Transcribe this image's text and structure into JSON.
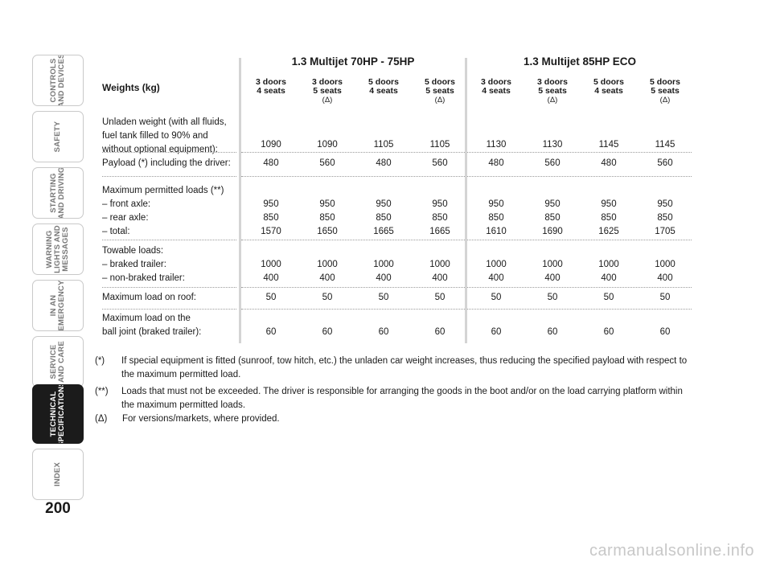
{
  "sidebar": {
    "tabs": [
      {
        "label": "CONTROLS\nAND DEVICES"
      },
      {
        "label": "SAFETY"
      },
      {
        "label": "STARTING\nAND DRIVING"
      },
      {
        "label": "WARNING\nLIGHTS AND\nMESSAGES"
      },
      {
        "label": "IN AN\nEMERGENCY"
      },
      {
        "label": "SERVICE\nAND CARE"
      },
      {
        "label": "TECHNICAL\nSPECIFICATIONS",
        "active": true
      },
      {
        "label": "INDEX"
      }
    ],
    "page_number": "200"
  },
  "table": {
    "title": "Weights (kg)",
    "groups": [
      "1.3 Multijet 70HP - 75HP",
      "1.3 Multijet 85HP ECO"
    ],
    "columns": [
      {
        "line1": "3 doors",
        "line2": "4 seats",
        "line3": ""
      },
      {
        "line1": "3 doors",
        "line2": "5 seats",
        "line3": "(Δ)"
      },
      {
        "line1": "5 doors",
        "line2": "4 seats",
        "line3": ""
      },
      {
        "line1": "5 doors",
        "line2": "5 seats",
        "line3": "(Δ)"
      },
      {
        "line1": "3 doors",
        "line2": "4 seats",
        "line3": ""
      },
      {
        "line1": "3 doors",
        "line2": "5 seats",
        "line3": "(Δ)"
      },
      {
        "line1": "5 doors",
        "line2": "4 seats",
        "line3": ""
      },
      {
        "line1": "5 doors",
        "line2": "5 seats",
        "line3": "(Δ)"
      }
    ],
    "rows": [
      {
        "label": "Unladen weight (with all fluids,\nfuel tank filled to 90% and\nwithout optional equipment):",
        "values": [
          "1090",
          "1090",
          "1105",
          "1105",
          "1130",
          "1130",
          "1145",
          "1145"
        ]
      },
      {
        "label": "Payload (*) including the driver:",
        "values": [
          "480",
          "560",
          "480",
          "560",
          "480",
          "560",
          "480",
          "560"
        ]
      },
      {
        "label": "Maximum permitted loads (**)\n– front axle:\n– rear axle:\n– total:",
        "values": [
          "\n950\n850\n1570",
          "\n950\n850\n1650",
          "\n950\n850\n1665",
          "\n950\n850\n1665",
          "\n950\n850\n1610",
          "\n950\n850\n1690",
          "\n950\n850\n1625",
          "\n950\n850\n1705"
        ]
      },
      {
        "label": "Towable loads:\n– braked trailer:\n– non-braked trailer:",
        "values": [
          "\n1000\n400",
          "\n1000\n400",
          "\n1000\n400",
          "\n1000\n400",
          "\n1000\n400",
          "\n1000\n400",
          "\n1000\n400",
          "\n1000\n400"
        ]
      },
      {
        "label": "Maximum load on roof:",
        "values": [
          "50",
          "50",
          "50",
          "50",
          "50",
          "50",
          "50",
          "50"
        ]
      },
      {
        "label": "Maximum load on the\nball joint (braked trailer):",
        "values": [
          "\n60",
          "\n60",
          "\n60",
          "\n60",
          "\n60",
          "\n60",
          "\n60",
          "\n60"
        ]
      }
    ]
  },
  "notes": [
    {
      "mark": "(*)",
      "text": "If special equipment is fitted (sunroof, tow hitch, etc.) the unladen car weight increases, thus reducing the specified payload with respect to the maximum permitted load."
    },
    {
      "mark": "(**)",
      "text": "Loads that must not be exceeded. The driver is responsible for arranging the goods in the boot and/or on the load carrying platform within the maximum permitted loads."
    },
    {
      "mark": "(Δ)",
      "text": "For versions/markets, where provided."
    }
  ],
  "watermark": "carmanualsonline.info"
}
